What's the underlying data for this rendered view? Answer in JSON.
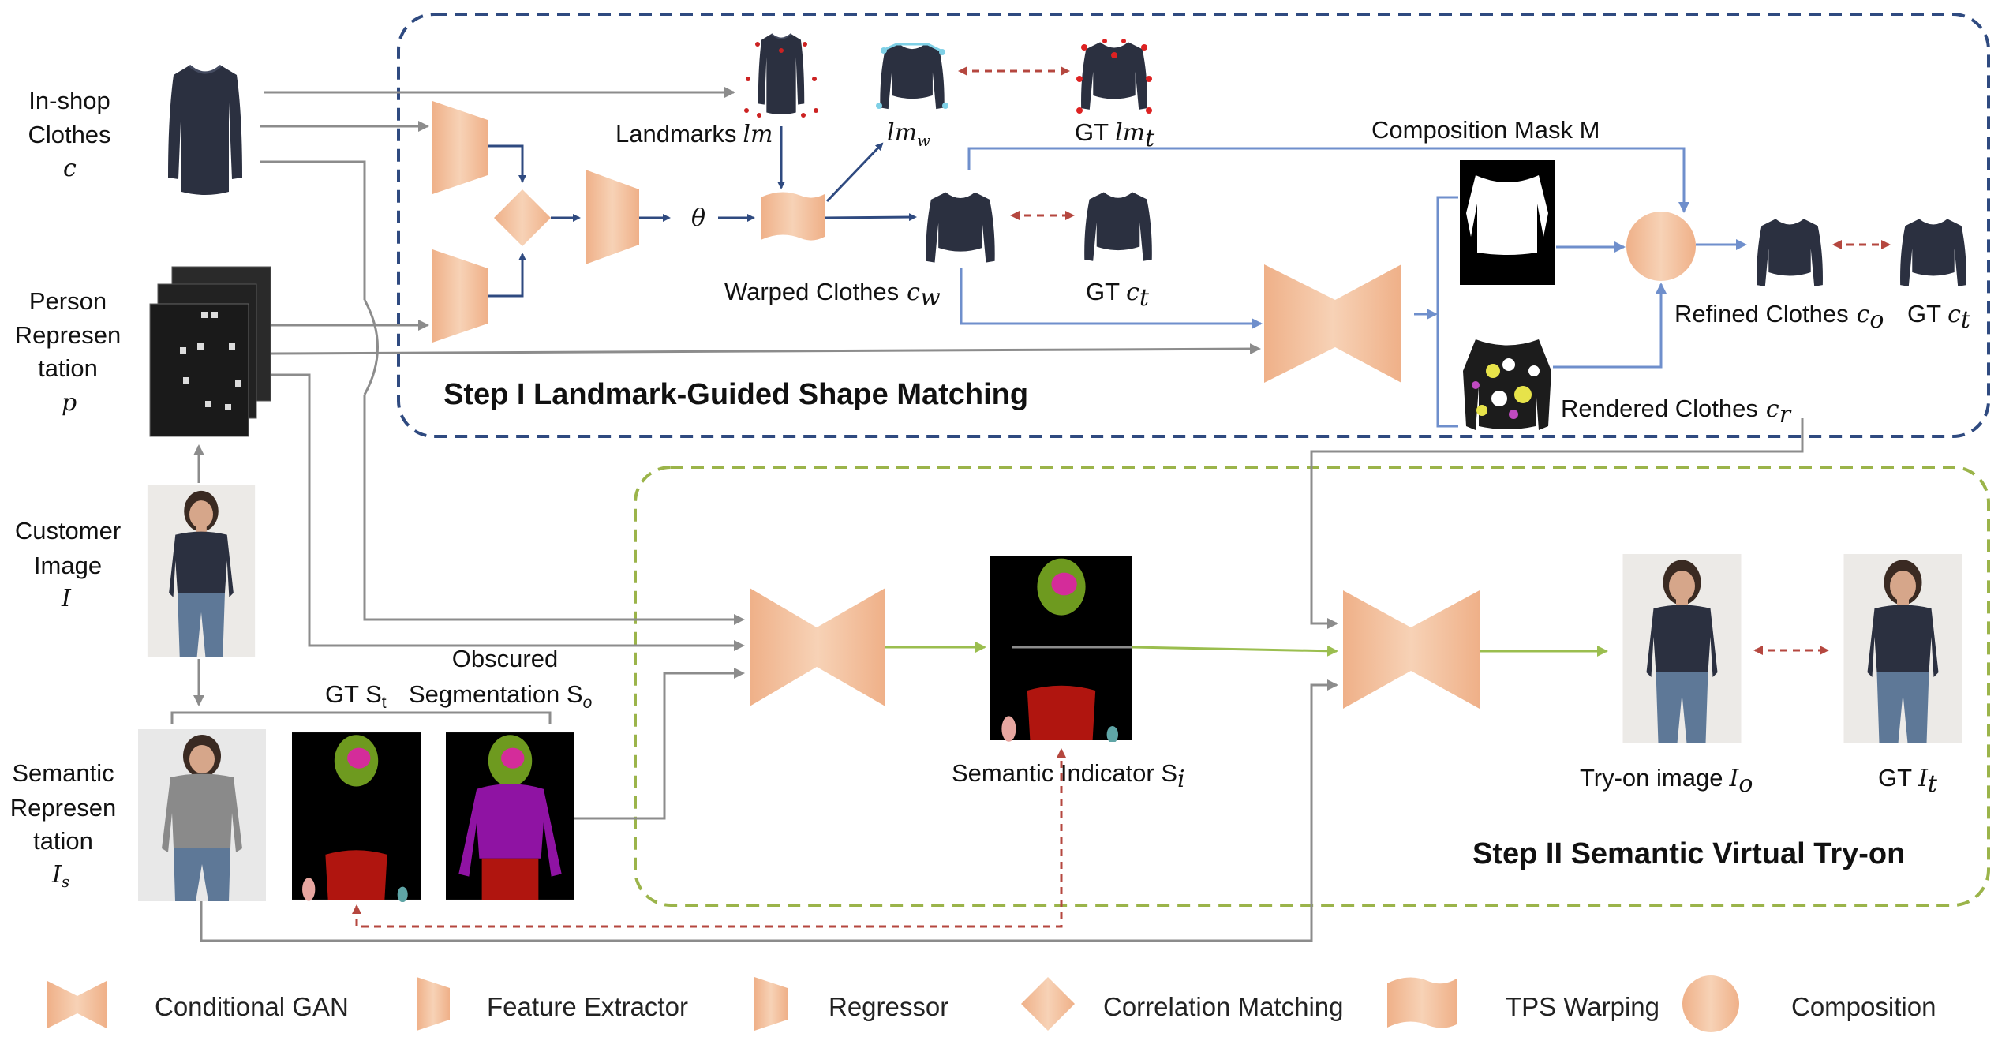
{
  "left_labels": {
    "inshop": {
      "l1": "In-shop",
      "l2": "Clothes",
      "sym": "c"
    },
    "person": {
      "l1": "Person",
      "l2": "Represen",
      "l3": "tation",
      "sym": "p"
    },
    "customer": {
      "l1": "Customer",
      "l2": "Image",
      "sym": "I"
    },
    "semantic": {
      "l1": "Semantic",
      "l2": "Represen",
      "l3": "tation",
      "sym": "I",
      "sub": "s"
    }
  },
  "step1": {
    "title": "Step I Landmark-Guided Shape Matching",
    "landmarks": "Landmarks",
    "landmarks_sym": "lm",
    "lmw": "lm",
    "lmw_sub": "w",
    "gt_lmt": "GT",
    "gt_lmt_sym": "lm",
    "gt_lmt_sub": "t",
    "theta": "θ",
    "composition_mask": "Composition Mask M",
    "warped": "Warped Clothes",
    "warped_sym": "c",
    "warped_sub": "w",
    "gt_ct": "GT",
    "gt_ct_sym": "c",
    "gt_ct_sub": "t",
    "refined": "Refined Clothes",
    "refined_sym": "c",
    "refined_sub": "o",
    "gt_ct2": "GT",
    "gt_ct2_sym": "c",
    "gt_ct2_sub": "t",
    "rendered": "Rendered Clothes",
    "rendered_sym": "c",
    "rendered_sub": "r"
  },
  "step2": {
    "title": "Step II Semantic Virtual Try-on",
    "gt_st": "GT S",
    "gt_st_sub": "t",
    "obscured1": "Obscured",
    "obscured2": "Segmentation S",
    "obscured2_sub": "o",
    "indicator": "Semantic Indicator S",
    "indicator_sub": "i",
    "tryon": "Try-on image",
    "tryon_sym": "I",
    "tryon_sub": "o",
    "gt_it": "GT",
    "gt_it_sym": "I",
    "gt_it_sub": "t"
  },
  "legend": {
    "cgan": "Conditional GAN",
    "fe": "Feature Extractor",
    "reg": "Regressor",
    "corr": "Correlation Matching",
    "tps": "TPS Warping",
    "comp": "Composition"
  },
  "colors": {
    "step1_border": "#2F4A80",
    "step2_border": "#9BB44A",
    "module_fill": "#F2BC93",
    "arrow_dark": "#2F4A80",
    "arrow_light": "#6F8FCC",
    "arrow_green": "#9BBE4F",
    "arrow_gray": "#8C8C8C",
    "arrow_red": "#B5473F",
    "garment": "#2B3040"
  }
}
